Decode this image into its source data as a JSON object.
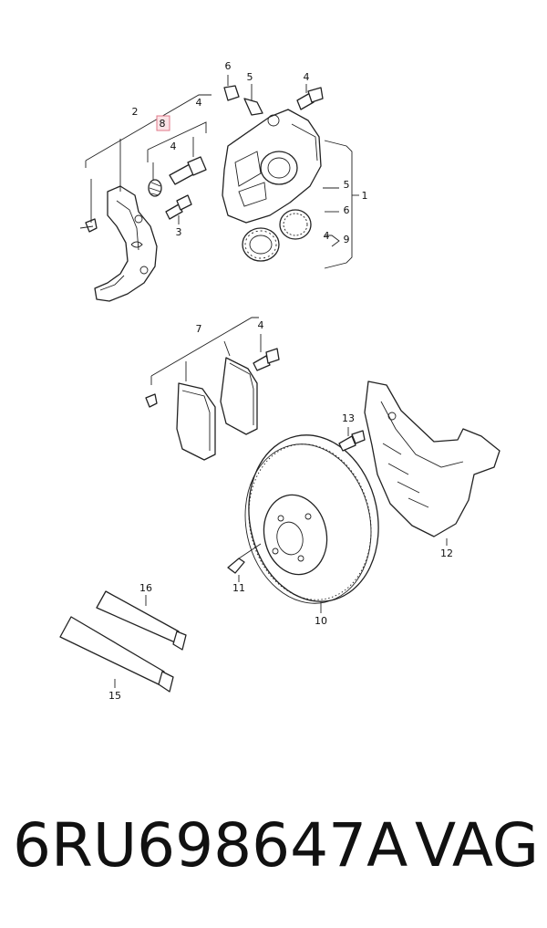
{
  "callouts": {
    "c1": "1",
    "c2": "2",
    "c3": "3",
    "c4a": "4",
    "c4b": "4",
    "c4c": "4",
    "c4d": "4",
    "c4e": "4",
    "c5a": "5",
    "c5b": "5",
    "c6a": "6",
    "c6b": "6",
    "c7": "7",
    "c8": "8",
    "c9": "9",
    "c10": "10",
    "c11": "11",
    "c12": "12",
    "c13": "13",
    "c15": "15",
    "c16": "16"
  },
  "highlighted_callout": "8",
  "caption": {
    "part_number": "6RU698647A",
    "brand": "VAG"
  }
}
